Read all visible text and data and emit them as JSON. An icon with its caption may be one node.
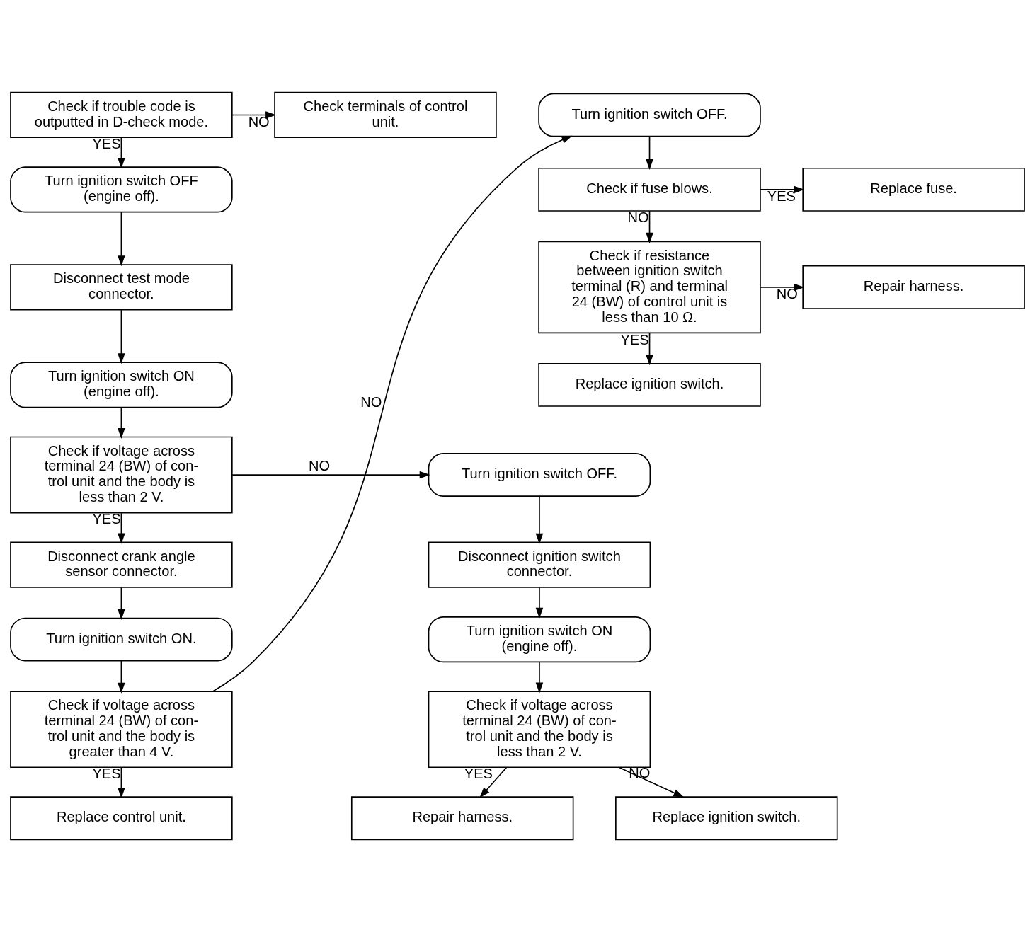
{
  "diagram": {
    "nodes": [
      {
        "text": [
          "Check if trouble code is outputted in D-check mode."
        ]
      },
      {
        "text": [
          "Check terminals of control unit."
        ]
      },
      {
        "text": [
          "Turn ignition switch OFF (engine off)."
        ]
      },
      {
        "text": [
          "Disconnect test mode connector."
        ]
      },
      {
        "text": [
          "Turn ignition switch ON (engine off)."
        ]
      },
      {
        "text": [
          "Check if voltage across terminal 24 (BW) of con-trol unit and the body is less than 2 V."
        ]
      },
      {
        "text": [
          "Disconnect crank angle sensor connector."
        ]
      },
      {
        "text": [
          "Turn ignition switch ON."
        ]
      },
      {
        "text": [
          "Check if voltage across terminal 24 (BW) of con-trol unit and the body is greater than 4 V."
        ]
      },
      {
        "text": [
          "Replace control unit."
        ]
      },
      {
        "text": [
          "Turn ignition switch OFF."
        ]
      },
      {
        "text": [
          "Disconnect ignition switch connector."
        ]
      },
      {
        "text": [
          "Turn ignition switch ON (engine off)."
        ]
      },
      {
        "text": [
          "Check if voltage across terminal 24 (BW) of con-trol unit and the body is less than 2 V."
        ]
      },
      {
        "text": [
          "Repair harness."
        ]
      },
      {
        "text": [
          "Replace ignition switch."
        ]
      },
      {
        "text": [
          "Turn ignition switch OFF."
        ]
      },
      {
        "text": [
          "Check if fuse blows."
        ]
      },
      {
        "text": [
          "Replace fuse."
        ]
      },
      {
        "text": [
          "Check if resistance between ignition switch terminal (R) and terminal 24 (BW) of control unit is less than 10 Ω."
        ]
      },
      {
        "text": [
          "Repair harness."
        ]
      },
      {
        "text": [
          "Replace ignition switch."
        ]
      }
    ],
    "edges": [
      {
        "from": 0,
        "to": 1,
        "arrow": "to",
        "label": "NO"
      },
      {
        "from": 0,
        "to": 2,
        "arrow": "to",
        "label": "YES"
      },
      {
        "from": 2,
        "to": 3,
        "arrow": "to"
      },
      {
        "from": 3,
        "to": 4,
        "arrow": "to"
      },
      {
        "from": 4,
        "to": 5,
        "arrow": "to"
      },
      {
        "from": 5,
        "to": 10,
        "arrow": "to",
        "label": "NO"
      },
      {
        "from": 5,
        "to": 6,
        "arrow": "to",
        "label": "YES"
      },
      {
        "from": 6,
        "to": 7,
        "arrow": "to"
      },
      {
        "from": 7,
        "to": 8,
        "arrow": "to"
      },
      {
        "from": 8,
        "to": 9,
        "arrow": "to",
        "label": "YES"
      },
      {
        "from": 8,
        "to": 16,
        "arrow": "to",
        "label": "NO"
      },
      {
        "from": 10,
        "to": 11,
        "arrow": "to"
      },
      {
        "from": 11,
        "to": 12,
        "arrow": "to"
      },
      {
        "from": 12,
        "to": 13,
        "arrow": "to"
      },
      {
        "from": 13,
        "to": 14,
        "arrow": "to",
        "label": "YES"
      },
      {
        "from": 13,
        "to": 15,
        "arrow": "to",
        "label": "NO"
      },
      {
        "from": 16,
        "to": 17,
        "arrow": "to"
      },
      {
        "from": 17,
        "to": 18,
        "arrow": "to",
        "label": "YES"
      },
      {
        "from": 17,
        "to": 19,
        "arrow": "to",
        "label": "NO"
      },
      {
        "from": 19,
        "to": 20,
        "arrow": "to",
        "label": "NO"
      },
      {
        "from": 19,
        "to": 21,
        "arrow": "to",
        "label": "YES"
      }
    ]
  }
}
